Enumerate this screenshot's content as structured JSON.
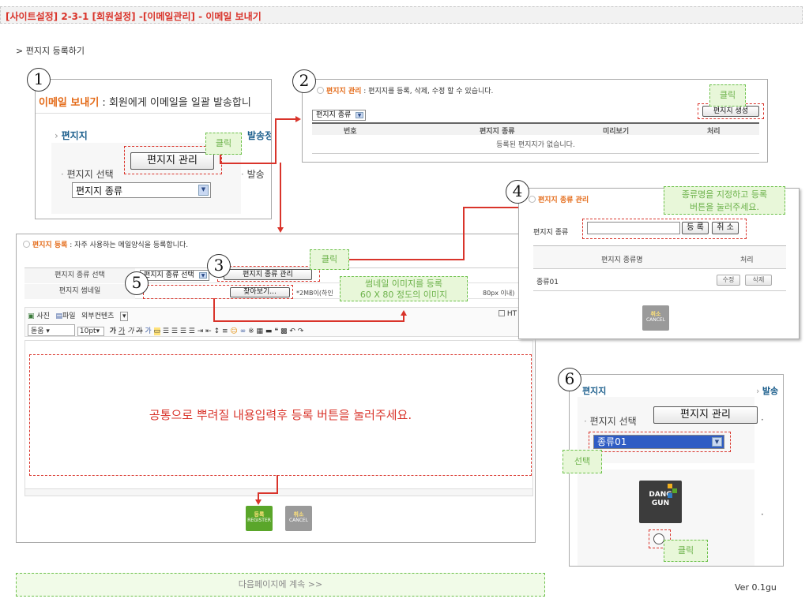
{
  "header": {
    "title": "[사이트설정] 2-3-1 [회원설정] -[이메일관리] - 이메일 보내기"
  },
  "subtitle": "> 편지지 등록하기",
  "steps": [
    "1",
    "2",
    "3",
    "4",
    "5",
    "6"
  ],
  "panel1": {
    "title_highlight": "이메일 보내기",
    "title_rest": " : 회원에게 이메일을 일괄 발송합니",
    "section": "편지지",
    "section_right": "발송정",
    "select_label": "편지지 선택",
    "manage_button": "편지지 관리",
    "type_select": "편지지 종류",
    "right_label": "발송",
    "click_note": "클릭"
  },
  "panel2": {
    "title_highlight": "편지지 관리",
    "title_rest": " : 편지지를 등록, 삭제, 수정 할 수 있습니다.",
    "type_select": "편지지 종류",
    "create_button": "편지지 생성",
    "click_note": "클릭",
    "columns": [
      "번호",
      "편지지 종류",
      "미리보기",
      "처리"
    ],
    "empty_text": "등록된 편지지가 없습니다."
  },
  "panel3": {
    "title_highlight": "편지지 등록",
    "title_rest": " : 자주 사용하는 메일양식을 등록합니다.",
    "row1_label": "편지지 종류 선택",
    "row1_select": "편지지 종류 선택",
    "type_manage_button": "편지지 종류 관리",
    "click_note": "클릭",
    "row2_label": "편지지 썸네일",
    "browse_button": "찾아보기...",
    "size_note": "*2MB이(하인",
    "size_note_end": "80px 이내)",
    "thumb_note": "썸네일 이미지를 등록\n60 X 80 정도의 이미지",
    "toolbar_photo": "사진",
    "toolbar_file": "파일",
    "toolbar_external": "외부컨텐츠",
    "toolbar_html": "HT",
    "font_select": "돋움",
    "size_select": "10pt",
    "editor_hint": "공통으로 뿌려질 내용입력후 등록 버튼을 눌러주세요.",
    "register_button": {
      "ko": "등록",
      "en": "REGISTER"
    },
    "cancel_button": {
      "ko": "취소",
      "en": "CANCEL"
    }
  },
  "panel4": {
    "title_highlight": "편지지 종류 관리",
    "type_label": "편지지 종류",
    "register_button": "등 록",
    "cancel_button": "취 소",
    "note": "종류명을 지정하고 등록\n버튼을 눌러주세요.",
    "columns": [
      "편지지 종류명",
      "처리"
    ],
    "rows": [
      {
        "name": "종류01",
        "edit": "수정",
        "delete": "삭제"
      }
    ],
    "bottom_cancel": {
      "ko": "취소",
      "en": "CANCEL"
    }
  },
  "panel6": {
    "section": "편지지",
    "section_right": "발송",
    "select_label": "편지지 선택",
    "manage_button": "편지지 관리",
    "type_select": "종류01",
    "select_note": "선택",
    "logo_text": "DANG\nGUN",
    "click_note": "클릭"
  },
  "footer": {
    "continue_text": "다음페이지에 계속 >>",
    "version": "Ver 0.1gu"
  },
  "colors": {
    "accent_red": "#d9342b",
    "highlight_orange": "#e46b19",
    "note_green": "#6cb24a",
    "register_green": "#5aa62a",
    "cancel_gray": "#9a9a9a"
  }
}
